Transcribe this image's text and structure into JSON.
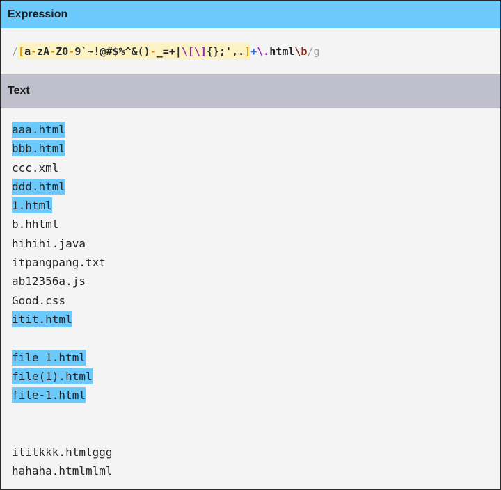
{
  "expression": {
    "header": "Expression",
    "open_delim": "/",
    "set_open": "[",
    "range1": "a",
    "dash1": "-",
    "range1b": "zA",
    "dash2": "-",
    "range2b": "Z0",
    "dash3": "-",
    "range3b": "9`~!@#$%^&()",
    "dash4": "-",
    "set_tail1": "_=+|",
    "esc1": "\\[",
    "esc2": "\\]",
    "set_tail2": "{};',.",
    "set_close": "]",
    "quantifier": "+",
    "esc_dot": "\\.",
    "literal": "html",
    "word_boundary": "\\b",
    "close_delim": "/",
    "flag": "g"
  },
  "text_section": {
    "header": "Text",
    "lines": [
      {
        "text": "aaa.html",
        "match": true
      },
      {
        "text": "bbb.html",
        "match": true
      },
      {
        "text": "ccc.xml",
        "match": false
      },
      {
        "text": "ddd.html",
        "match": true
      },
      {
        "text": "1.html",
        "match": true
      },
      {
        "text": "b.hhtml",
        "match": false
      },
      {
        "text": "hihihi.java",
        "match": false
      },
      {
        "text": "itpangpang.txt",
        "match": false
      },
      {
        "text": "ab12356a.js",
        "match": false
      },
      {
        "text": "Good.css",
        "match": false
      },
      {
        "text": "itit.html",
        "match": true
      },
      {
        "text": "",
        "match": false
      },
      {
        "text": "file_1.html",
        "match": true
      },
      {
        "text": "file(1).html",
        "match": true
      },
      {
        "text": "file-1.html",
        "match": true
      },
      {
        "text": "",
        "match": false
      },
      {
        "text": "",
        "match": false
      },
      {
        "text": "ititkkk.htmlggg",
        "match": false
      },
      {
        "text": "hahaha.htmlmlml",
        "match": false
      }
    ]
  }
}
